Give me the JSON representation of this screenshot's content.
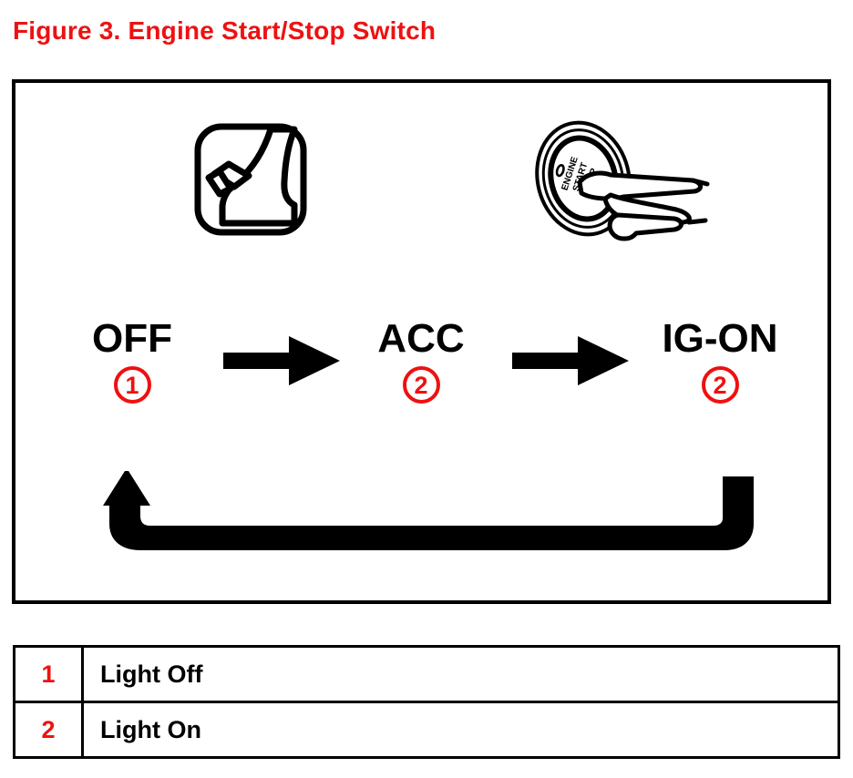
{
  "figure": {
    "title": "Figure 3.  Engine Start/Stop Switch",
    "title_color": "#EE1111"
  },
  "diagram": {
    "icons": [
      {
        "name": "brake-pedal-icon",
        "description": "Foot pressing the brake pedal"
      },
      {
        "name": "engine-start-stop-switch-icon",
        "description": "Finger pressing the push-button start switch",
        "button_text_line1": "ENGINE",
        "button_text_line2": "START",
        "button_text_line3": "STOP"
      }
    ],
    "states": [
      {
        "label": "OFF",
        "badge": "1"
      },
      {
        "label": "ACC",
        "badge": "2"
      },
      {
        "label": "IG-ON",
        "badge": "2"
      }
    ],
    "arrows": {
      "forward_count": 2,
      "return_arrow_direction": "right-to-left-then-up",
      "color": "#000000"
    },
    "badge_color": "#EE1111"
  },
  "legend": {
    "rows": [
      {
        "num": "1",
        "text": "Light Off"
      },
      {
        "num": "2",
        "text": "Light On"
      }
    ]
  }
}
